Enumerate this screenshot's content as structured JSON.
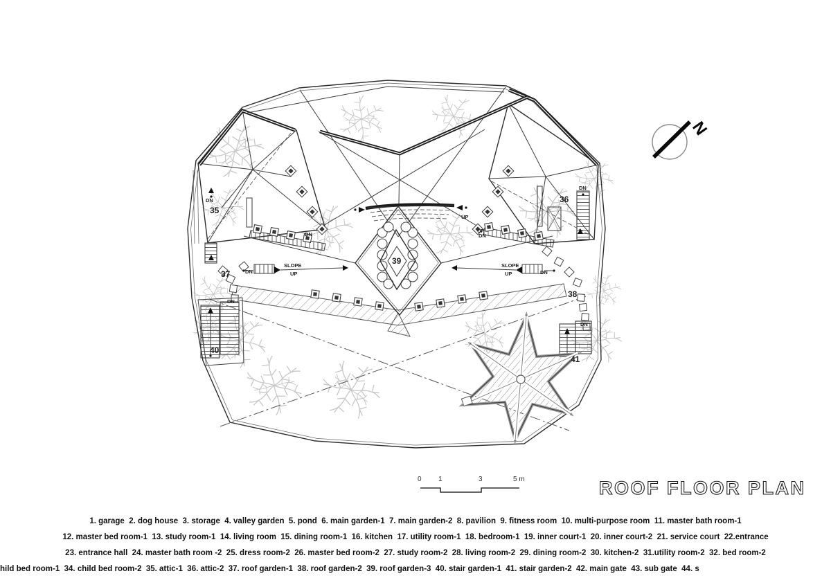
{
  "title": "ROOF FLOOR PLAN",
  "north": {
    "letter": "N"
  },
  "scale_bar": {
    "ticks": [
      "0",
      "1",
      "3",
      "5 m"
    ]
  },
  "plan": {
    "room_numbers": {
      "n35": "35",
      "n36": "36",
      "n37": "37",
      "n38": "38",
      "n39": "39",
      "n40": "40",
      "n41": "41"
    },
    "notes": {
      "dn": "DN",
      "up": "UP",
      "slope": "SLOPE",
      "slope_up": "UP"
    }
  },
  "legend": {
    "line1": "1. garage  2. dog house  3. storage  4. valley garden  5. pond  6. main garden-1  7. main garden-2  8. pavilion  9. fitness room  10. multi-purpose room  11. master bath room-1",
    "line2": "12. master bed room-1  13. study room-1  14. living room  15. dining room-1  16. kitchen  17. utility room-1  18. bedroom-1  19. inner court-1  20. inner court-2  21. service court  22.entrance",
    "line3": "23. entrance hall  24. master bath room -2  25. dress room-2  26. master bed room-2  27. study room-2  28. living room-2  29. dining room-2  30. kitchen-2  31.utility room-2  32. bed room-2",
    "line4": "hild bed room-1  34. child bed room-2  35. attic-1  36. attic-2  37. roof garden-1  38. roof garden-2  39. roof garden-3  40. stair garden-1  41. stair garden-2  42. main gate  43. sub gate  44. s"
  }
}
